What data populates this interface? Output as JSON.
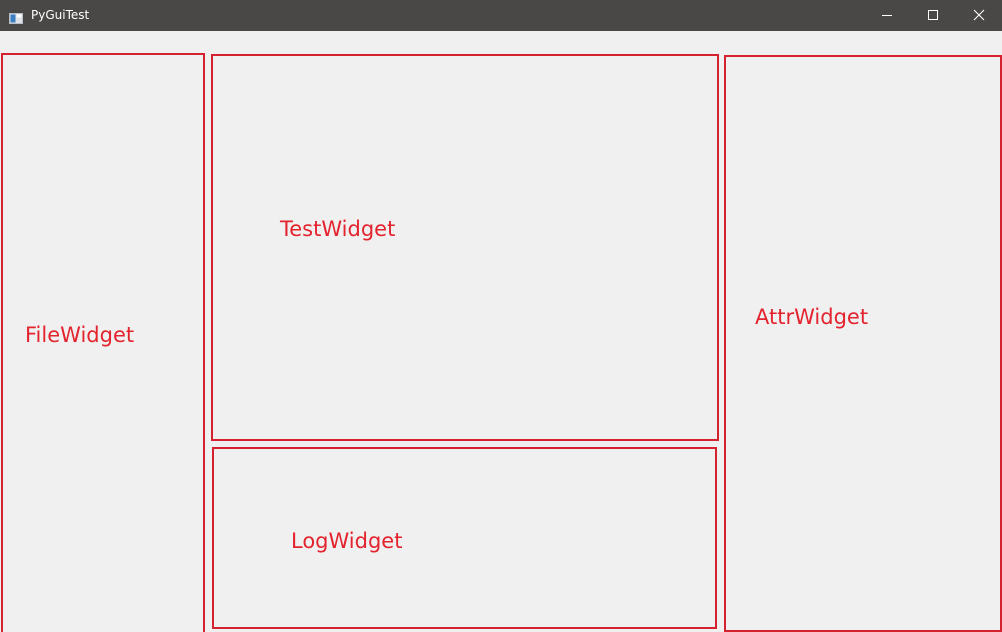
{
  "window": {
    "title": "PyGuiTest",
    "app_icon": "window-app-icon",
    "controls": {
      "minimize_icon": "minimize-icon",
      "maximize_icon": "maximize-icon",
      "close_icon": "close-icon"
    }
  },
  "panels": {
    "file": {
      "label": "FileWidget"
    },
    "test": {
      "label": "TestWidget"
    },
    "log": {
      "label": "LogWidget"
    },
    "attr": {
      "label": "AttrWidget"
    }
  },
  "colors": {
    "titlebar": "#494846",
    "background": "#f0f0f0",
    "panel_border": "#d52230",
    "panel_label": "#e3232e"
  }
}
